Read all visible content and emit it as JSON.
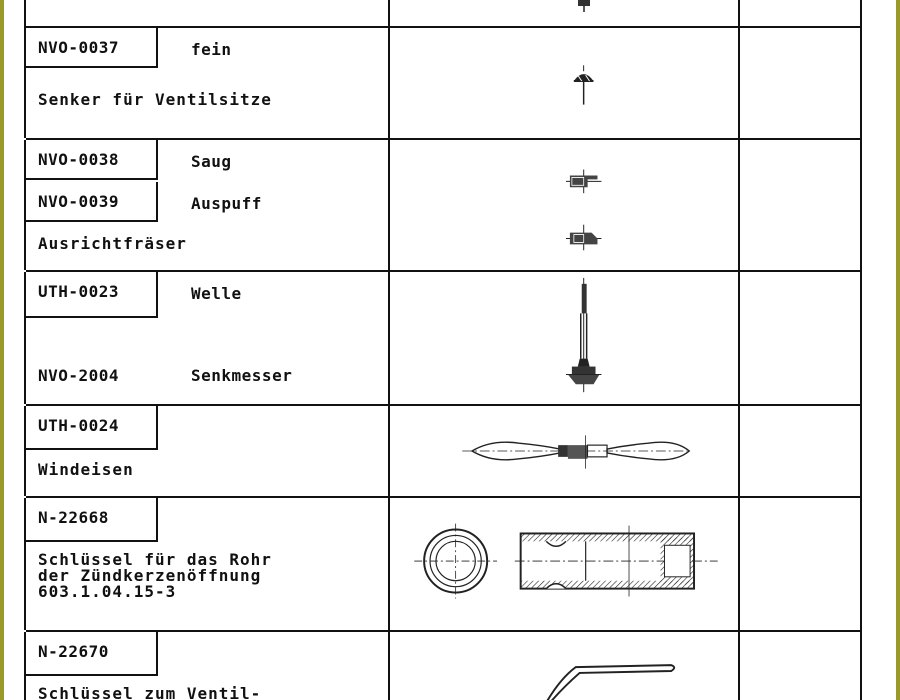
{
  "rows": [
    {
      "code": "NVO-0037",
      "qualifier": "fein",
      "description": "Senker für Ventilsitze"
    },
    {
      "codes": [
        "NVO-0038",
        "NVO-0039"
      ],
      "qualifiers": [
        "Saug",
        "Auspuff"
      ],
      "description": "Ausrichtfräser"
    },
    {
      "code": "UTH-0023",
      "qualifier": "Welle",
      "code2": "NVO-2004",
      "qualifier2": "Senkmesser"
    },
    {
      "code": "UTH-0024",
      "description": "Windeisen"
    },
    {
      "code": "N-22668",
      "description_lines": [
        "Schlüssel für das Rohr",
        "der Zündkerzenöffnung",
        "603.1.04.15-3"
      ]
    },
    {
      "code": "N-22670",
      "description": "Schlüssel zum Ventil-"
    }
  ]
}
